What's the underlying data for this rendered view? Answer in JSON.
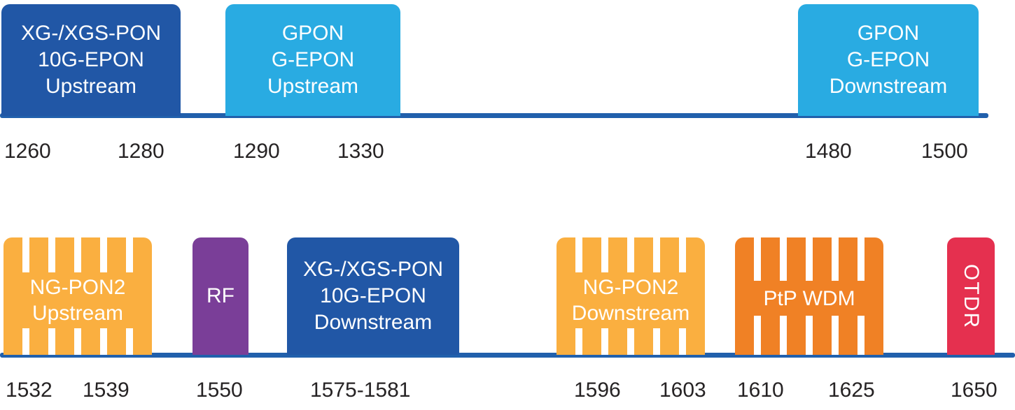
{
  "colors": {
    "dark_blue": "#2157A6",
    "light_blue": "#29ABE2",
    "yellow": "#FAAF40",
    "purple": "#7A3E98",
    "orange": "#F08125",
    "red": "#E5304F",
    "axis": "#2160AC",
    "tick_text": "#262324",
    "band_text": "#FFFFFF"
  },
  "top_row": {
    "bands": [
      {
        "name": "xg-xgs-pon-10g-epon-upstream",
        "lines": [
          "XG-/XGS-PON",
          "10G-EPON",
          "Upstream"
        ],
        "start_nm": "1260",
        "end_nm": "1280",
        "fill": "dark_blue",
        "pattern": "solid"
      },
      {
        "name": "gpon-g-epon-upstream",
        "lines": [
          "GPON",
          "G-EPON",
          "Upstream"
        ],
        "start_nm": "1290",
        "end_nm": "1330",
        "fill": "light_blue",
        "pattern": "solid"
      },
      {
        "name": "gpon-g-epon-downstream",
        "lines": [
          "GPON",
          "G-EPON",
          "Downstream"
        ],
        "start_nm": "1480",
        "end_nm": "1500",
        "fill": "light_blue",
        "pattern": "solid"
      }
    ],
    "ticks": [
      "1260",
      "1280",
      "1290",
      "1330",
      "1480",
      "1500"
    ]
  },
  "bottom_row": {
    "bands": [
      {
        "name": "ng-pon2-upstream",
        "lines": [
          "NG-PON2",
          "Upstream"
        ],
        "start_nm": "1532",
        "end_nm": "1539",
        "fill": "yellow",
        "pattern": "striped"
      },
      {
        "name": "rf",
        "lines": [
          "RF"
        ],
        "nm": "1550",
        "fill": "purple",
        "pattern": "solid"
      },
      {
        "name": "xg-xgs-pon-10g-epon-downstream",
        "lines": [
          "XG-/XGS-PON",
          "10G-EPON",
          "Downstream"
        ],
        "range_nm": "1575-1581",
        "fill": "dark_blue",
        "pattern": "solid"
      },
      {
        "name": "ng-pon2-downstream",
        "lines": [
          "NG-PON2",
          "Downstream"
        ],
        "start_nm": "1596",
        "end_nm": "1603",
        "fill": "yellow",
        "pattern": "striped"
      },
      {
        "name": "ptp-wdm",
        "lines": [
          "PtP WDM"
        ],
        "start_nm": "1610",
        "end_nm": "1625",
        "fill": "orange",
        "pattern": "striped"
      },
      {
        "name": "otdr",
        "lines": [
          "OTDR"
        ],
        "nm": "1650",
        "fill": "red",
        "pattern": "solid",
        "orientation": "vertical"
      }
    ],
    "ticks": [
      "1532",
      "1539",
      "1550",
      "1575-1581",
      "1596",
      "1603",
      "1610",
      "1625",
      "1650"
    ]
  }
}
